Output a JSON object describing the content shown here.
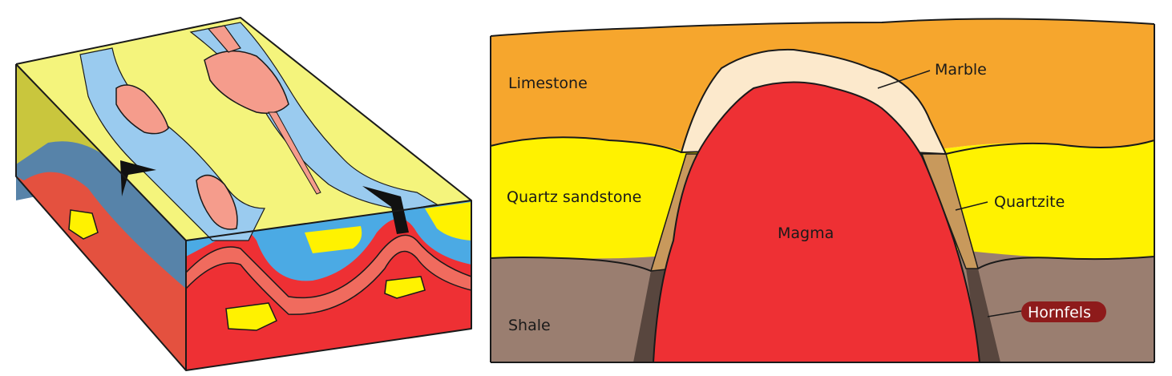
{
  "labels": {
    "limestone": "Limestone",
    "quartz_sandstone": "Quartz sandstone",
    "shale": "Shale",
    "marble": "Marble",
    "quartzite": "Quartzite",
    "magma": "Magma",
    "hornfels": "Hornfels"
  },
  "colors": {
    "limestone": "#F6A62D",
    "sandstone": "#FFF200",
    "shale": "#9A7E70",
    "marble": "#FCE9CC",
    "quartzite": "#C8995C",
    "hornfels": "#58463E",
    "magma": "#EE3034",
    "highlight": "#8E1B1B",
    "block_top": "#F4F47C",
    "block_blue_light": "#9ACBEF",
    "block_blue": "#4BAAE4",
    "block_salmon": "#F59C8C",
    "block_salmon_dark": "#E4513F",
    "block_side_olive": "#C9C63D",
    "block_side_red": "#C0423A",
    "block_side_blue": "#5783A9"
  }
}
